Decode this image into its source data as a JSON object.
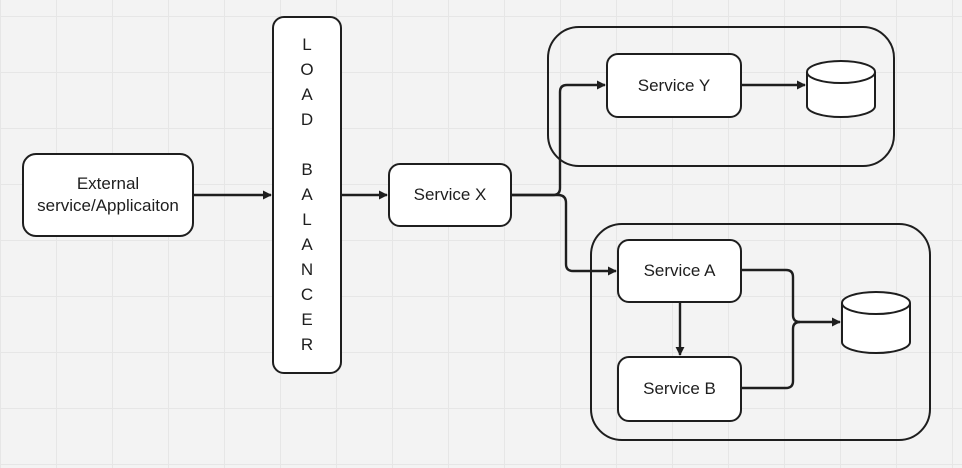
{
  "diagram": {
    "external": {
      "label_line1": "External",
      "label_line2": "service/Applicaiton"
    },
    "load_balancer": {
      "letters": [
        "L",
        "O",
        "A",
        "D",
        "",
        "B",
        "A",
        "L",
        "A",
        "N",
        "C",
        "E",
        "R"
      ]
    },
    "service_x": {
      "label": "Service X"
    },
    "service_y": {
      "label": "Service Y"
    },
    "service_a": {
      "label": "Service A"
    },
    "service_b": {
      "label": "Service B"
    }
  },
  "colors": {
    "stroke": "#1e1e1e",
    "node_fill": "#ffffff",
    "canvas": "#f3f3f3",
    "grid": "#e6e6e6"
  }
}
